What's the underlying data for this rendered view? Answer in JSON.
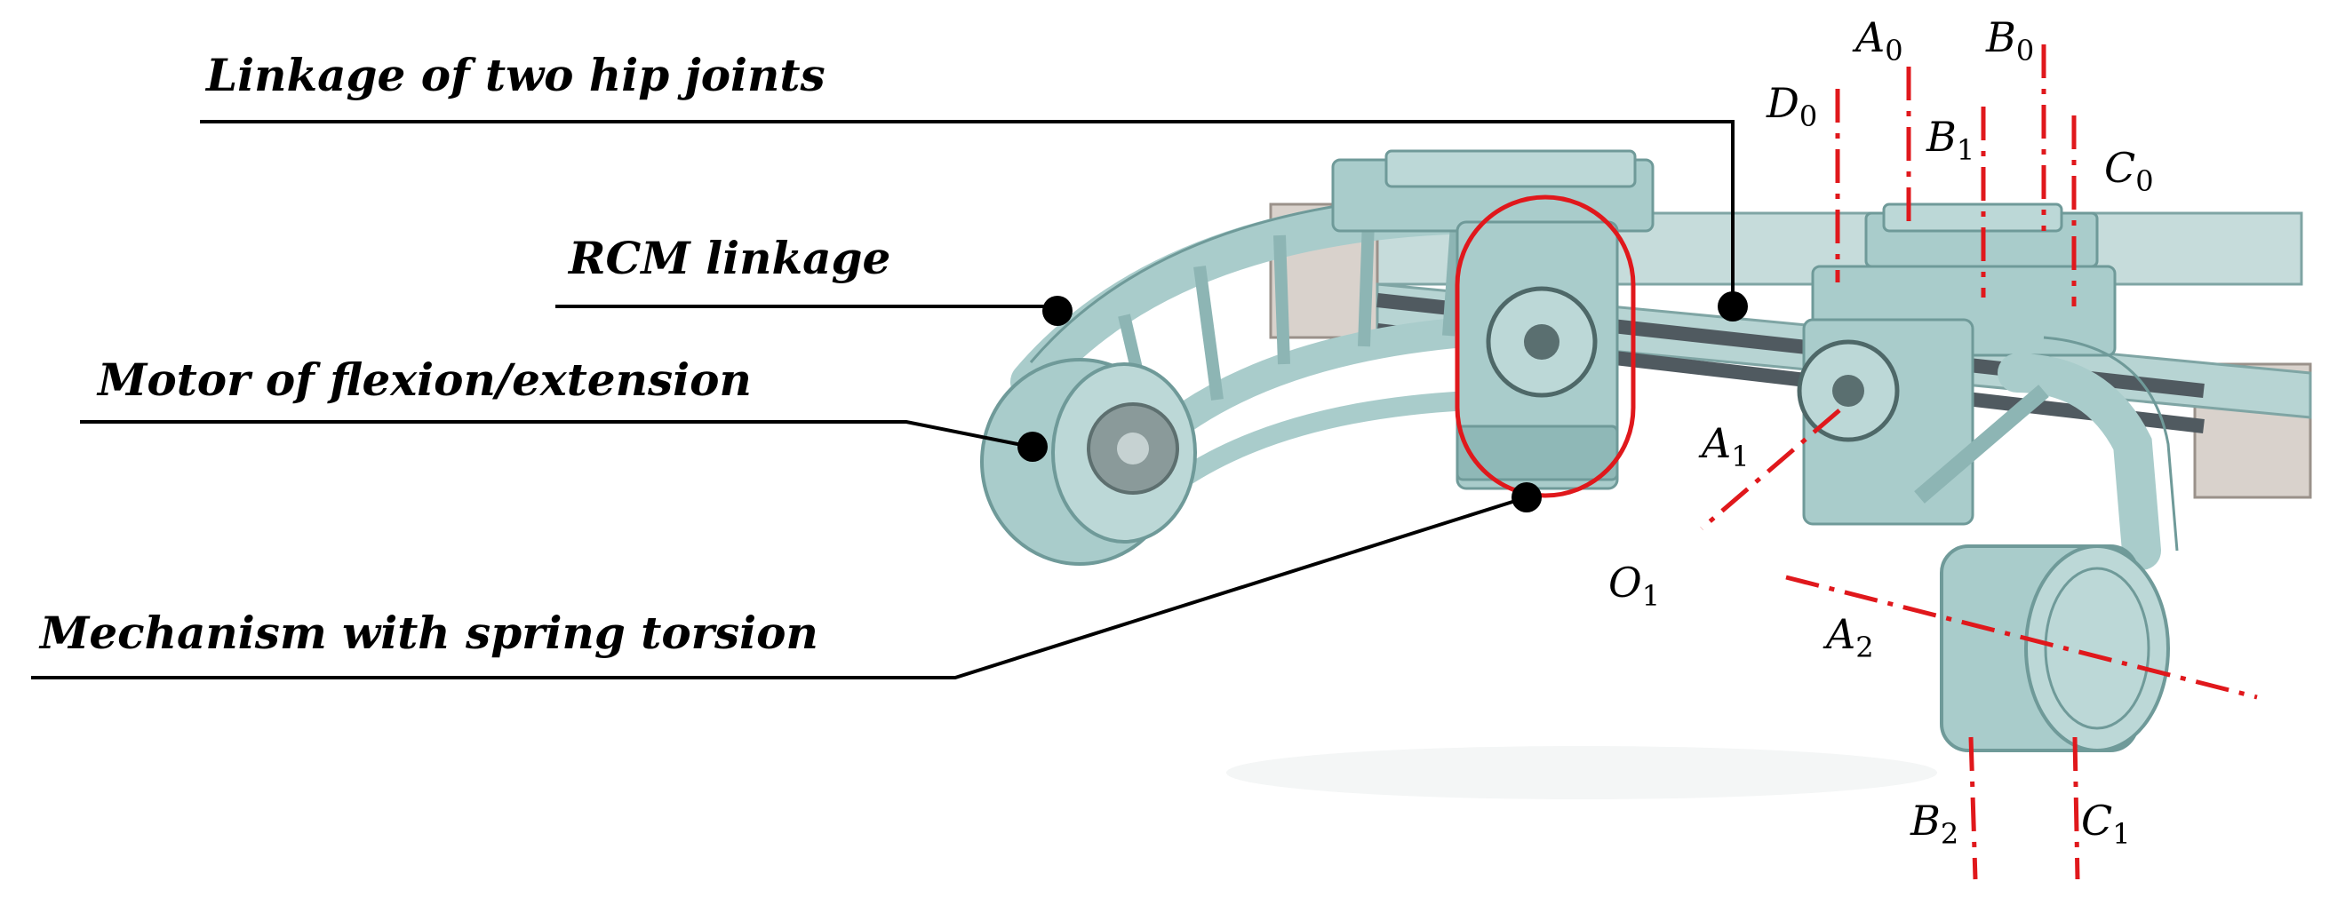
{
  "callouts": {
    "linkage_hip": "Linkage of two hip joints",
    "rcm": "RCM linkage",
    "motor": "Motor of flexion/extension",
    "spring": "Mechanism with spring torsion"
  },
  "points": {
    "A0": {
      "letter": "A",
      "sub": "0"
    },
    "B0": {
      "letter": "B",
      "sub": "0"
    },
    "D0": {
      "letter": "D",
      "sub": "0"
    },
    "B1": {
      "letter": "B",
      "sub": "1"
    },
    "C0": {
      "letter": "C",
      "sub": "0"
    },
    "A1": {
      "letter": "A",
      "sub": "1"
    },
    "O1": {
      "letter": "O",
      "sub": "1"
    },
    "A2": {
      "letter": "A",
      "sub": "2"
    },
    "B2": {
      "letter": "B",
      "sub": "2"
    },
    "C1": {
      "letter": "C",
      "sub": "1"
    }
  },
  "colors": {
    "mechanism": "#a9cccb",
    "mechanism_dark": "#6f9a99",
    "mechanism_light": "#cfe4e3",
    "rod": "#505a60",
    "axis": "#e0181c",
    "leader": "#000000"
  }
}
